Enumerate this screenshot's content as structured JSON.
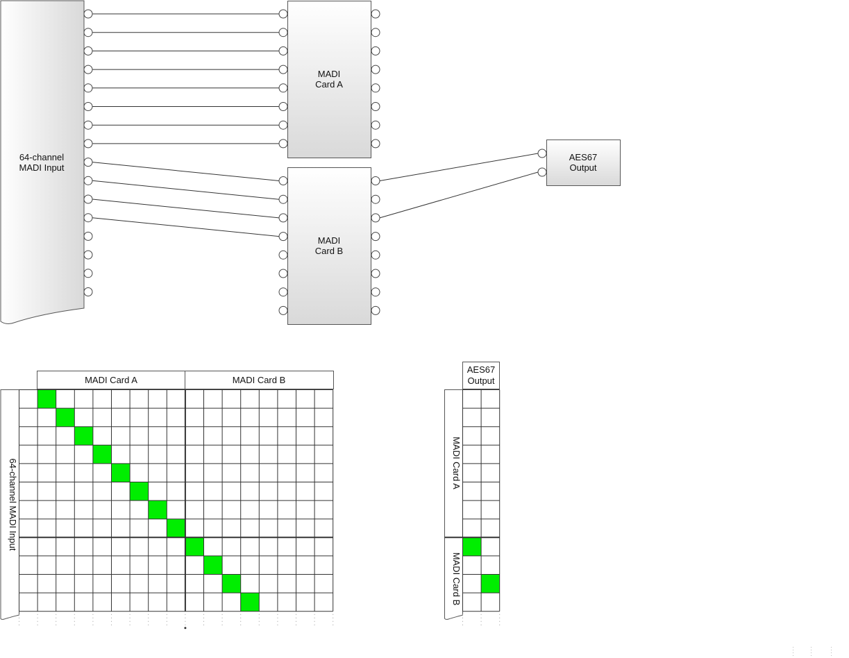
{
  "blocks": {
    "madi_input": {
      "line1": "64-channel",
      "line2": "MADI Input"
    },
    "card_a": {
      "line1": "MADI",
      "line2": "Card A"
    },
    "card_b": {
      "line1": "MADI",
      "line2": "Card B"
    },
    "aes_output": {
      "line1": "AES67",
      "line2": "Output"
    }
  },
  "routing": {
    "input_ports": 16,
    "card_ports": 8,
    "output_ports": 2,
    "input_to_card_a": [
      [
        1,
        1
      ],
      [
        2,
        2
      ],
      [
        3,
        3
      ],
      [
        4,
        4
      ],
      [
        5,
        5
      ],
      [
        6,
        6
      ],
      [
        7,
        7
      ],
      [
        8,
        8
      ]
    ],
    "input_to_card_b": [
      [
        9,
        1
      ],
      [
        10,
        2
      ],
      [
        11,
        3
      ],
      [
        12,
        4
      ]
    ],
    "card_b_to_output": [
      [
        1,
        1
      ],
      [
        3,
        2
      ]
    ]
  },
  "matrix_main": {
    "col_groups": [
      "MADI Card A",
      "MADI Card B"
    ],
    "row_label": "64-channel MADI Input",
    "active_cells": [
      [
        0,
        0
      ],
      [
        1,
        1
      ],
      [
        2,
        2
      ],
      [
        3,
        3
      ],
      [
        4,
        4
      ],
      [
        5,
        5
      ],
      [
        6,
        6
      ],
      [
        7,
        7
      ],
      [
        8,
        8
      ],
      [
        9,
        9
      ],
      [
        10,
        10
      ],
      [
        11,
        11
      ]
    ],
    "active_color": "#00ee00"
  },
  "matrix_output": {
    "col_label_line1": "AES67",
    "col_label_line2": "Output",
    "row_group_a": "MADI Card A",
    "row_group_b": "MADI Card B",
    "active_cells": [
      [
        8,
        0
      ],
      [
        10,
        1
      ]
    ],
    "active_color": "#00ee00"
  }
}
